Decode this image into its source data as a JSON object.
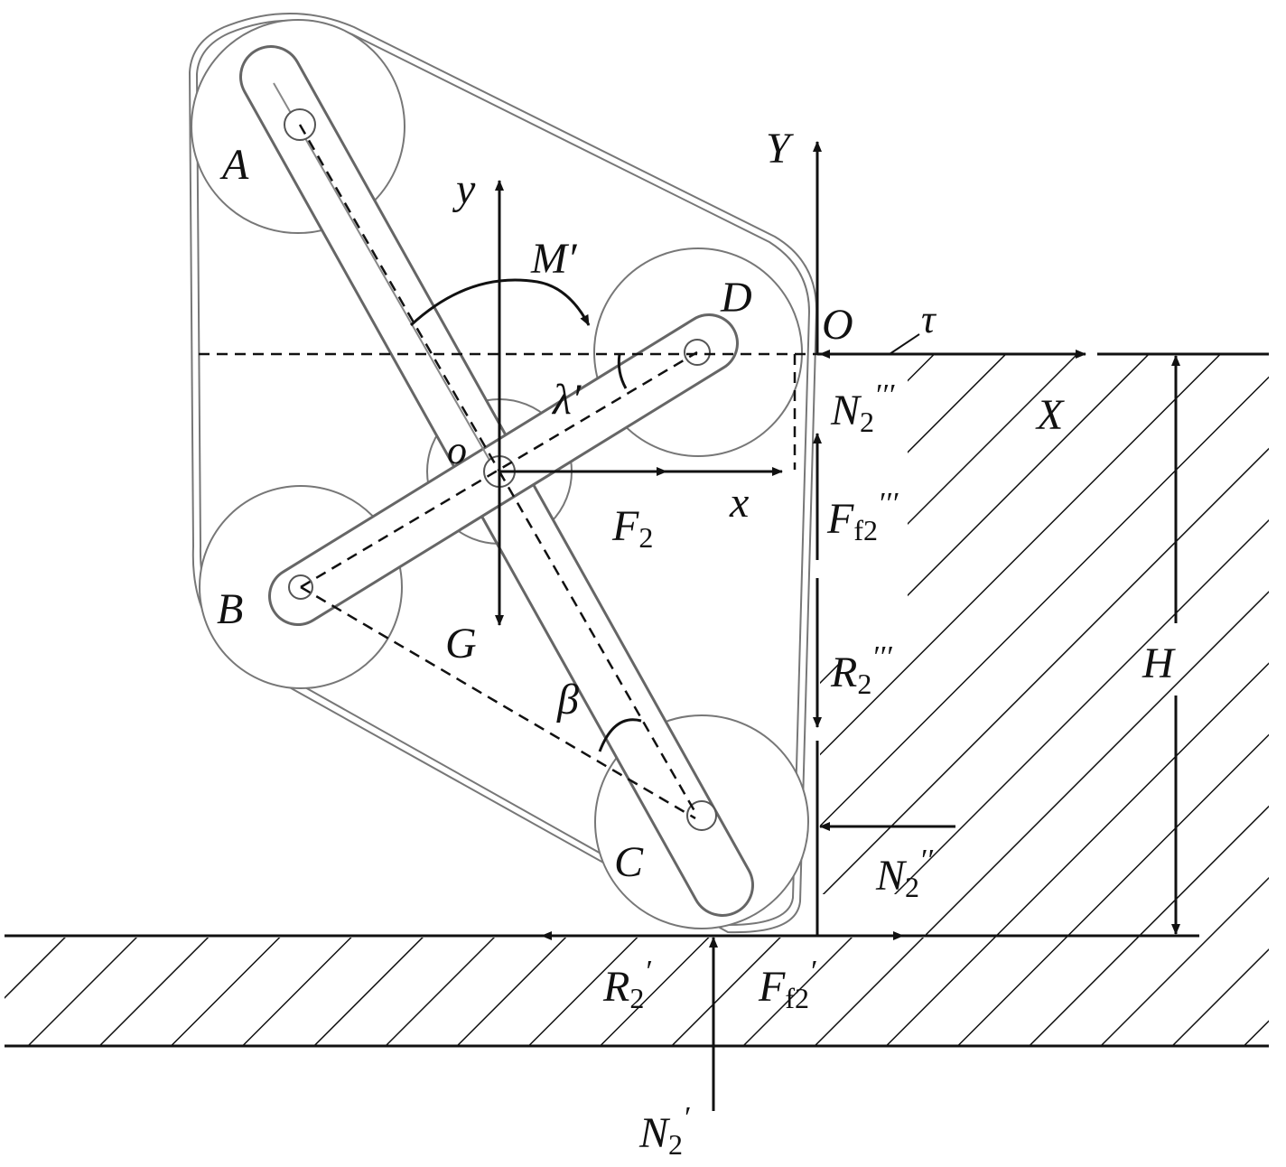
{
  "colors": {
    "ink": "#111111",
    "outline": "#777777",
    "fill": "#ffffff"
  },
  "labels": {
    "A": "A",
    "B": "B",
    "C": "C",
    "D": "D",
    "o": "o",
    "O": "O",
    "y": "y",
    "x": "x",
    "Y": "Y",
    "X": "X",
    "M": "M′",
    "lambda": "λ′",
    "beta": "β",
    "tau": "τ",
    "G": "G",
    "H": "H",
    "F2": {
      "main": "F",
      "sub": "2"
    },
    "N2_triple": {
      "main": "N",
      "sub": "2",
      "prime": "′′′"
    },
    "Ff2_triple": {
      "main": "F",
      "sub": "f2",
      "prime": "′′′"
    },
    "R2_triple": {
      "main": "R",
      "sub": "2",
      "prime": "′′′"
    },
    "N2_double": {
      "main": "N",
      "sub": "2",
      "prime": "′′"
    },
    "R2_single": {
      "main": "R",
      "sub": "2",
      "prime": "′"
    },
    "Ff2_single": {
      "main": "F",
      "sub": "f2",
      "prime": "′"
    },
    "N2_single": {
      "main": "N",
      "sub": "2",
      "prime": "′"
    }
  }
}
